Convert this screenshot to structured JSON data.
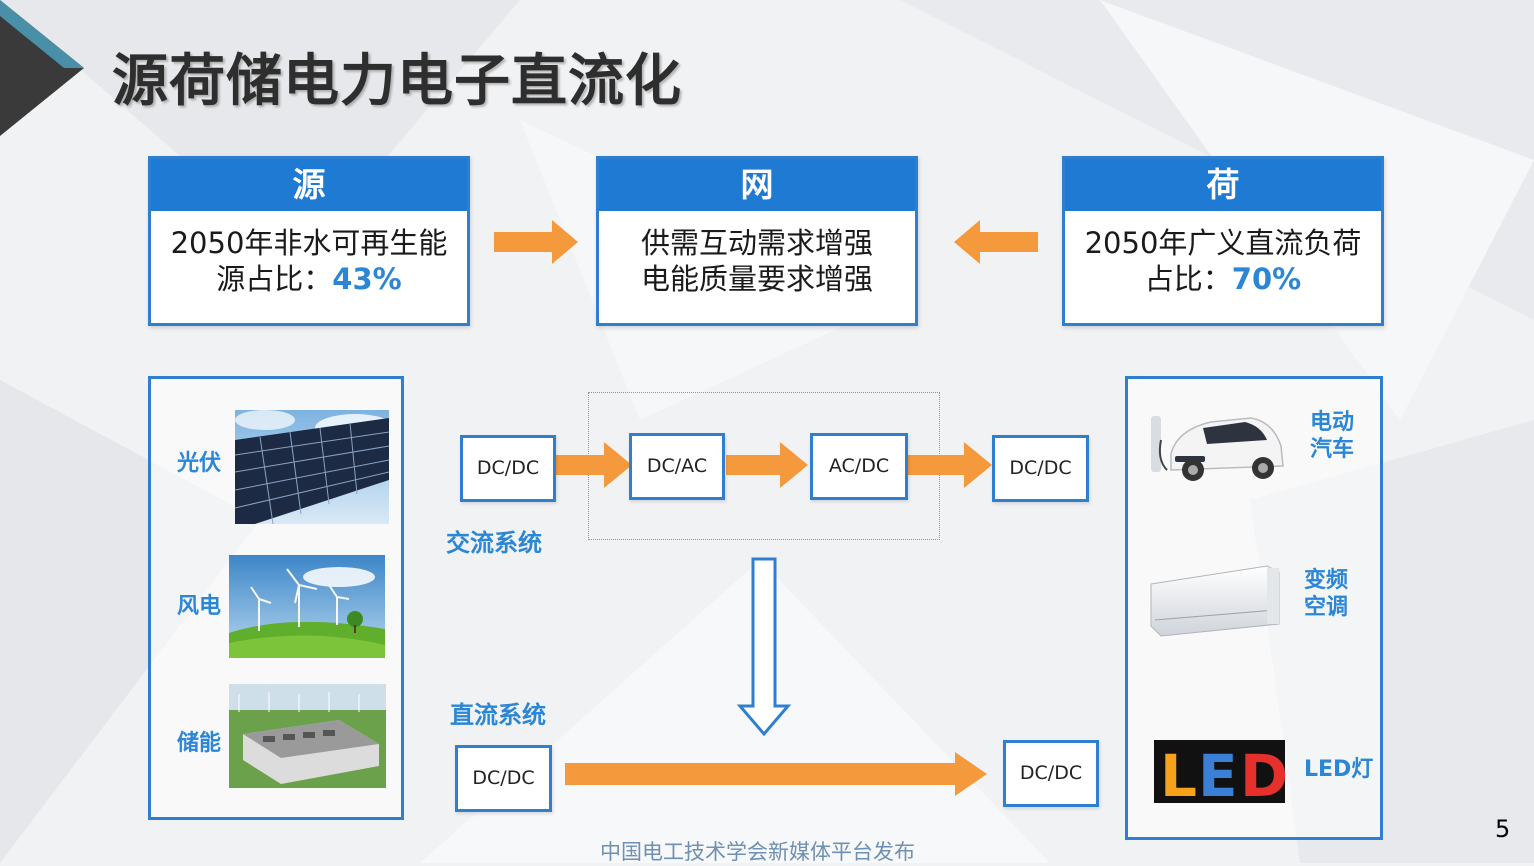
{
  "title": "源荷储电力电子直流化",
  "cards": {
    "source": {
      "head": "源",
      "line1": "2050年非水可再生能",
      "line2_prefix": "源占比：",
      "line2_value": "43%"
    },
    "grid": {
      "head": "网",
      "line1": "供需互动需求增强",
      "line2": "电能质量要求增强"
    },
    "load": {
      "head": "荷",
      "line1": "2050年广义直流负荷",
      "line2_prefix": "占比：",
      "line2_value": "70%"
    }
  },
  "left_panel": {
    "items": [
      "光伏",
      "风电",
      "储能"
    ]
  },
  "right_panel": {
    "items": [
      [
        "电动",
        "汽车"
      ],
      [
        "变频",
        "空调"
      ],
      [
        "LED灯"
      ]
    ],
    "led_sign": [
      "L",
      "E",
      "D"
    ]
  },
  "converters": {
    "c1": "DC/DC",
    "c2": "DC/AC",
    "c3": "AC/DC",
    "c4": "DC/DC",
    "c5": "DC/DC",
    "c6": "DC/DC"
  },
  "system_labels": {
    "ac": "交流系统",
    "dc": "直流系统"
  },
  "footer": "中国电工技术学会新媒体平台发布",
  "page_number": "5",
  "colors": {
    "accent_blue": "#1f7ad3",
    "arrow_orange": "#f59a3c",
    "highlight": "#2b86d6"
  }
}
